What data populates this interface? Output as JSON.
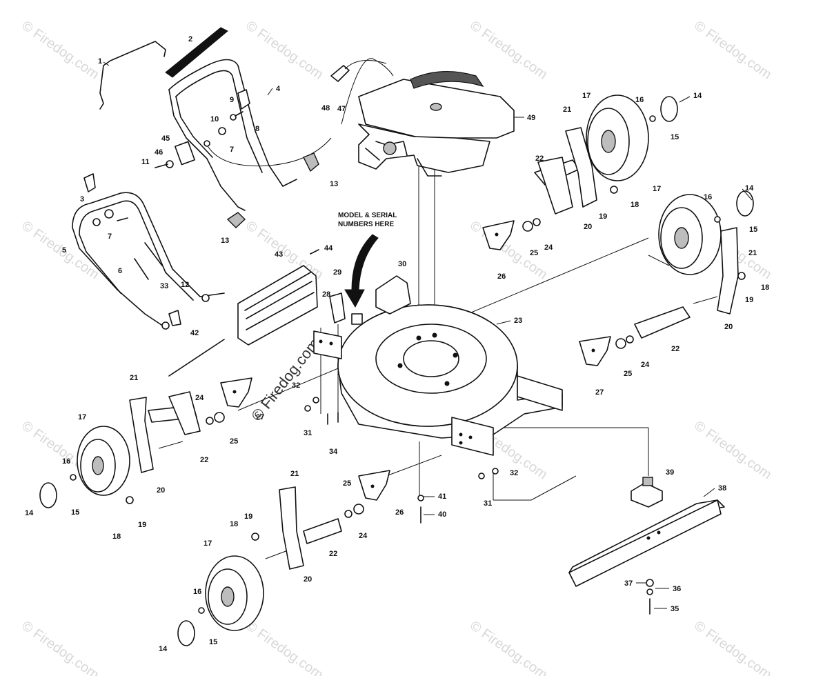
{
  "watermark": {
    "text": "© Firedog.com",
    "center_text": "© Firedog.com"
  },
  "note": {
    "line1": "MODEL & SERIAL",
    "line2": "NUMBERS HERE"
  },
  "part_labels": {
    "p1": "1",
    "p2": "2",
    "p3": "3",
    "p4": "4",
    "p5": "5",
    "p6": "6",
    "p7": "7",
    "p8": "8",
    "p9": "9",
    "p10": "10",
    "p11": "11",
    "p12": "12",
    "p13": "13",
    "p14": "14",
    "p15": "15",
    "p16": "16",
    "p17": "17",
    "p18": "18",
    "p19": "19",
    "p20": "20",
    "p21": "21",
    "p22": "22",
    "p23": "23",
    "p24": "24",
    "p25": "25",
    "p26": "26",
    "p27": "27",
    "p28": "28",
    "p29": "29",
    "p30": "30",
    "p31": "31",
    "p32": "32",
    "p33": "33",
    "p34": "34",
    "p35": "35",
    "p36": "36",
    "p37": "37",
    "p38": "38",
    "p39": "39",
    "p40": "40",
    "p41": "41",
    "p42": "42",
    "p43": "43",
    "p44": "44",
    "p45": "45",
    "p46": "46",
    "p47": "47",
    "p48": "48",
    "p49": "49"
  },
  "colors": {
    "ink": "#111111",
    "paper": "#ffffff",
    "watermark": "#d8d8d8"
  }
}
